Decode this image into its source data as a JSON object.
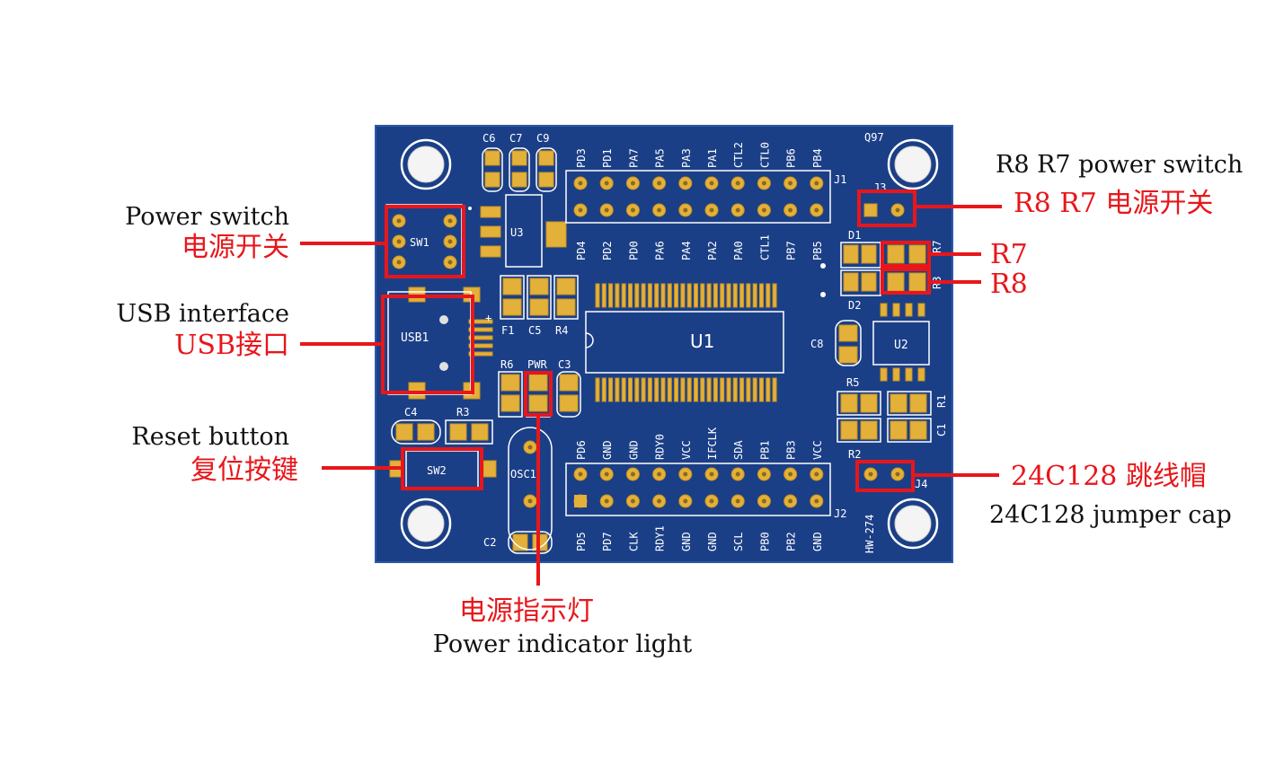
{
  "colors": {
    "board": "#1b3f87",
    "board_edge": "#2b5aa8",
    "silk": "#ffffff",
    "pad": "#e3b13a",
    "pad_dark": "#c8921f",
    "callout": "#e8161b",
    "label_en": "#111111",
    "label_zh": "#e8161b"
  },
  "callouts": {
    "power_switch": {
      "en": "Power switch",
      "zh": "电源开关"
    },
    "usb": {
      "en": "USB interface",
      "zh": "USB接口"
    },
    "reset": {
      "en": "Reset button",
      "zh": "复位按键"
    },
    "power_led": {
      "zh": "电源指示灯",
      "en": "Power indicator light"
    },
    "r8r7": {
      "en": "R8 R7 power switch",
      "zh": "R8 R7 电源开关"
    },
    "r7": {
      "text": "R7"
    },
    "r8": {
      "text": "R8"
    },
    "jumper": {
      "zh": "24C128 跳线帽",
      "en": "24C128 jumper cap"
    }
  },
  "silkscreen": {
    "top_pins": [
      "PD3",
      "PD1",
      "PA7",
      "PA5",
      "PA3",
      "PA1",
      "CTL2",
      "CTL0",
      "PB6",
      "PB4"
    ],
    "top_pins_lower": [
      "PD4",
      "PD2",
      "PD0",
      "PA6",
      "PA4",
      "PA2",
      "PA0",
      "CTL1",
      "PB7",
      "PB5"
    ],
    "bot_pins_upper": [
      "PD6",
      "GND",
      "GND",
      "RDY0",
      "VCC",
      "IFCLK",
      "SDA",
      "PB1",
      "PB3",
      "VCC"
    ],
    "bot_pins_lower": [
      "PD5",
      "PD7",
      "CLK",
      "RDY1",
      "GND",
      "GND",
      "SCL",
      "PB0",
      "PB2",
      "GND"
    ],
    "refs": {
      "c6": "C6",
      "c7": "C7",
      "c9": "C9",
      "j1": "J1",
      "j2": "J2",
      "j3": "J3",
      "j4": "J4",
      "q97": "Q97",
      "u3": "U3",
      "u1": "U1",
      "u2": "U2",
      "sw1": "SW1",
      "sw2": "SW2",
      "usb1": "USB1",
      "f1": "F1",
      "c5": "C5",
      "r4": "R4",
      "r6": "R6",
      "pwr": "PWR",
      "c3": "C3",
      "c4": "C4",
      "r3": "R3",
      "osc1": "OSC1",
      "c2": "C2",
      "d1": "D1",
      "d2": "D2",
      "c8": "C8",
      "r5": "R5",
      "r1": "R1",
      "c1": "C1",
      "r2": "R2",
      "r7s": "R7",
      "r3s": "R3",
      "model": "HW-274"
    }
  }
}
